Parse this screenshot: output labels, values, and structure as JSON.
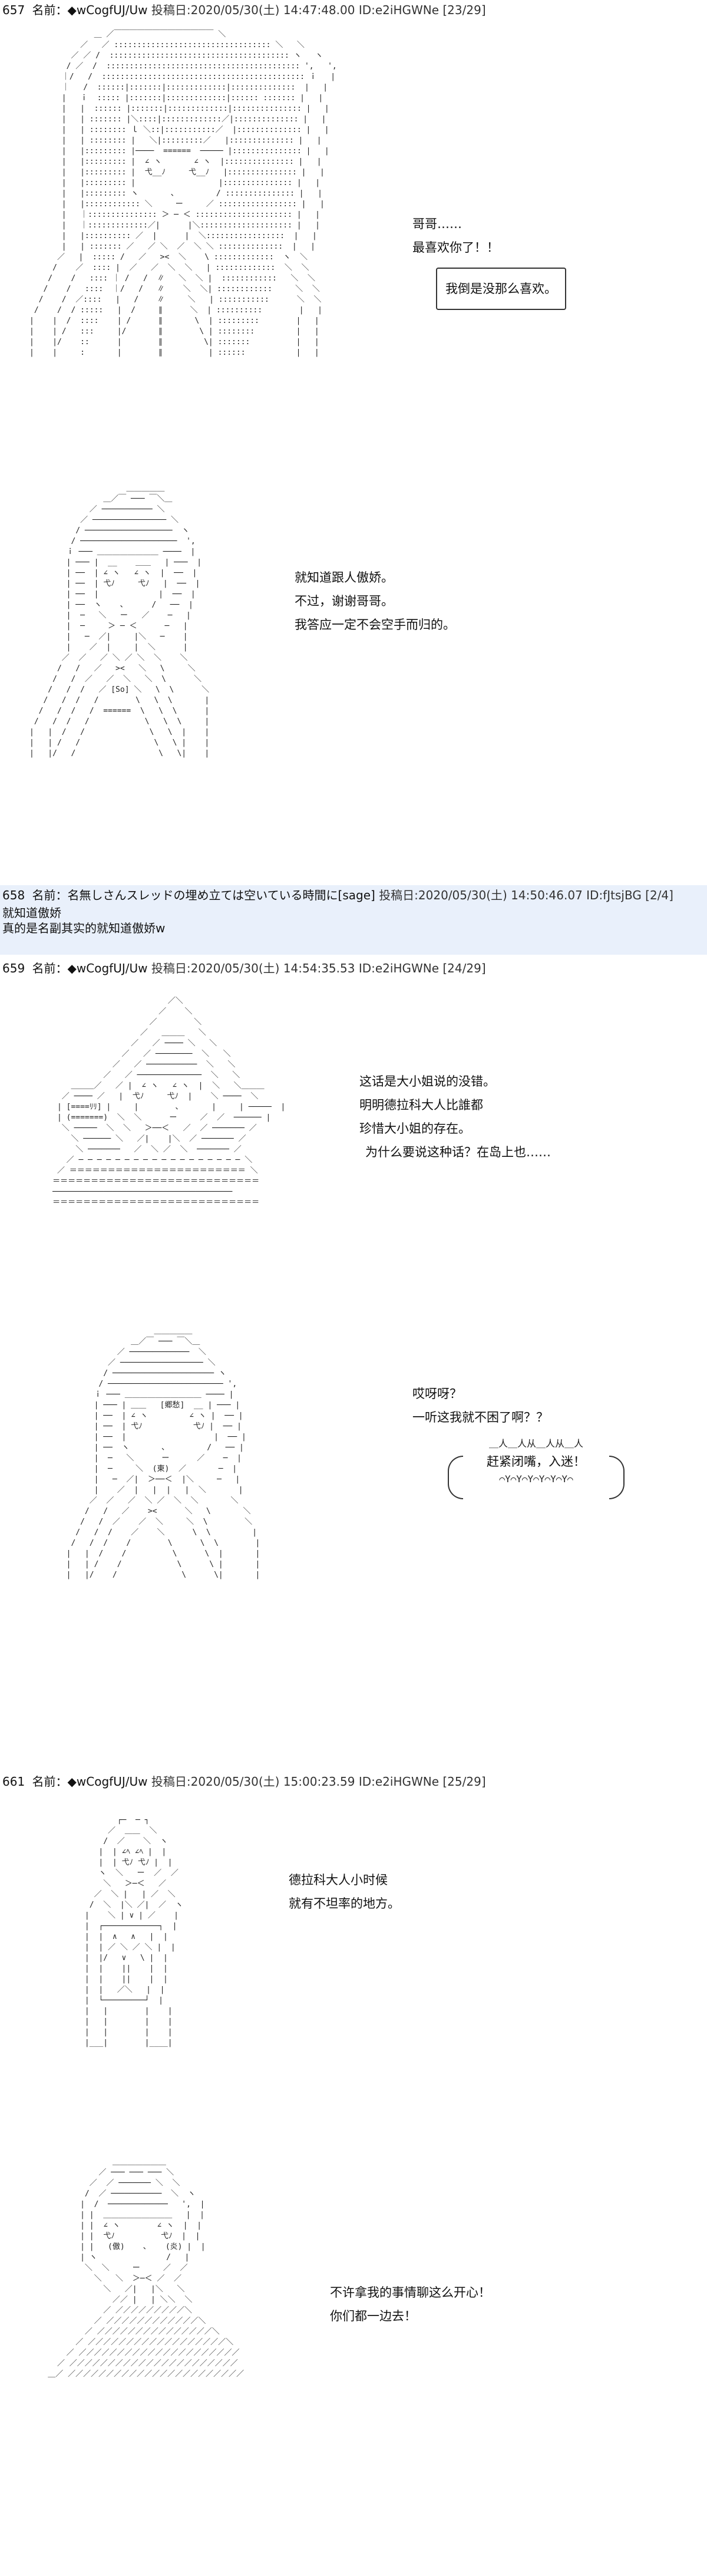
{
  "posts": [
    {
      "header": {
        "number": "657",
        "name": "名前：◆wCogfUJ/Uw",
        "meta": "投稿日:2020/05/30(土) 14:47:48.00 ID:e2iHGWNe [23/29]"
      },
      "panels": [
        {
          "dialogue": [
            "哥哥……",
            "最喜欢你了！！"
          ],
          "speech_box": "我倒是没那么喜欢。"
        },
        {
          "dialogue": [
            "就知道跟人傲娇。",
            "不过，谢谢哥哥。",
            "我答应一定不会空手而归的。"
          ]
        }
      ]
    },
    {
      "header": {
        "number": "658",
        "name": "名前：名無しさんスレッドの埋め立ては空いている時間に[sage]",
        "meta": "投稿日:2020/05/30(土) 14:50:46.07 ID:fJtsjBG [2/4]"
      },
      "body": [
        "就知道傲娇",
        "真的是名副其实的就知道傲娇w"
      ]
    },
    {
      "header": {
        "number": "659",
        "name": "名前：◆wCogfUJ/Uw",
        "meta": "投稿日:2020/05/30(土) 14:54:35.53 ID:e2iHGWNe [24/29]"
      },
      "panels": [
        {
          "dialogue": [
            "这话是大小姐说的没错。",
            "明明德拉科大人比誰都",
            "珍惜大小姐的存在。",
            "为什么要说这种话？在岛上也……"
          ]
        },
        {
          "dialogue": [
            "哎呀呀？",
            "一听这我就不困了啊？？"
          ],
          "shout": "赶紧闭嘴，入迷！"
        }
      ]
    },
    {
      "header": {
        "number": "661",
        "name": "名前：◆wCogfUJ/Uw",
        "meta": "投稿日:2020/05/30(土) 15:00:23.59 ID:e2iHGWNe [25/29]"
      },
      "panels": [
        {
          "dialogue": [
            "德拉科大人小时候",
            "就有不坦率的地方。"
          ]
        },
        {
          "dialogue": [
            "不许拿我的事情聊这么开心！",
            "你们都一边去！"
          ]
        }
      ]
    }
  ]
}
